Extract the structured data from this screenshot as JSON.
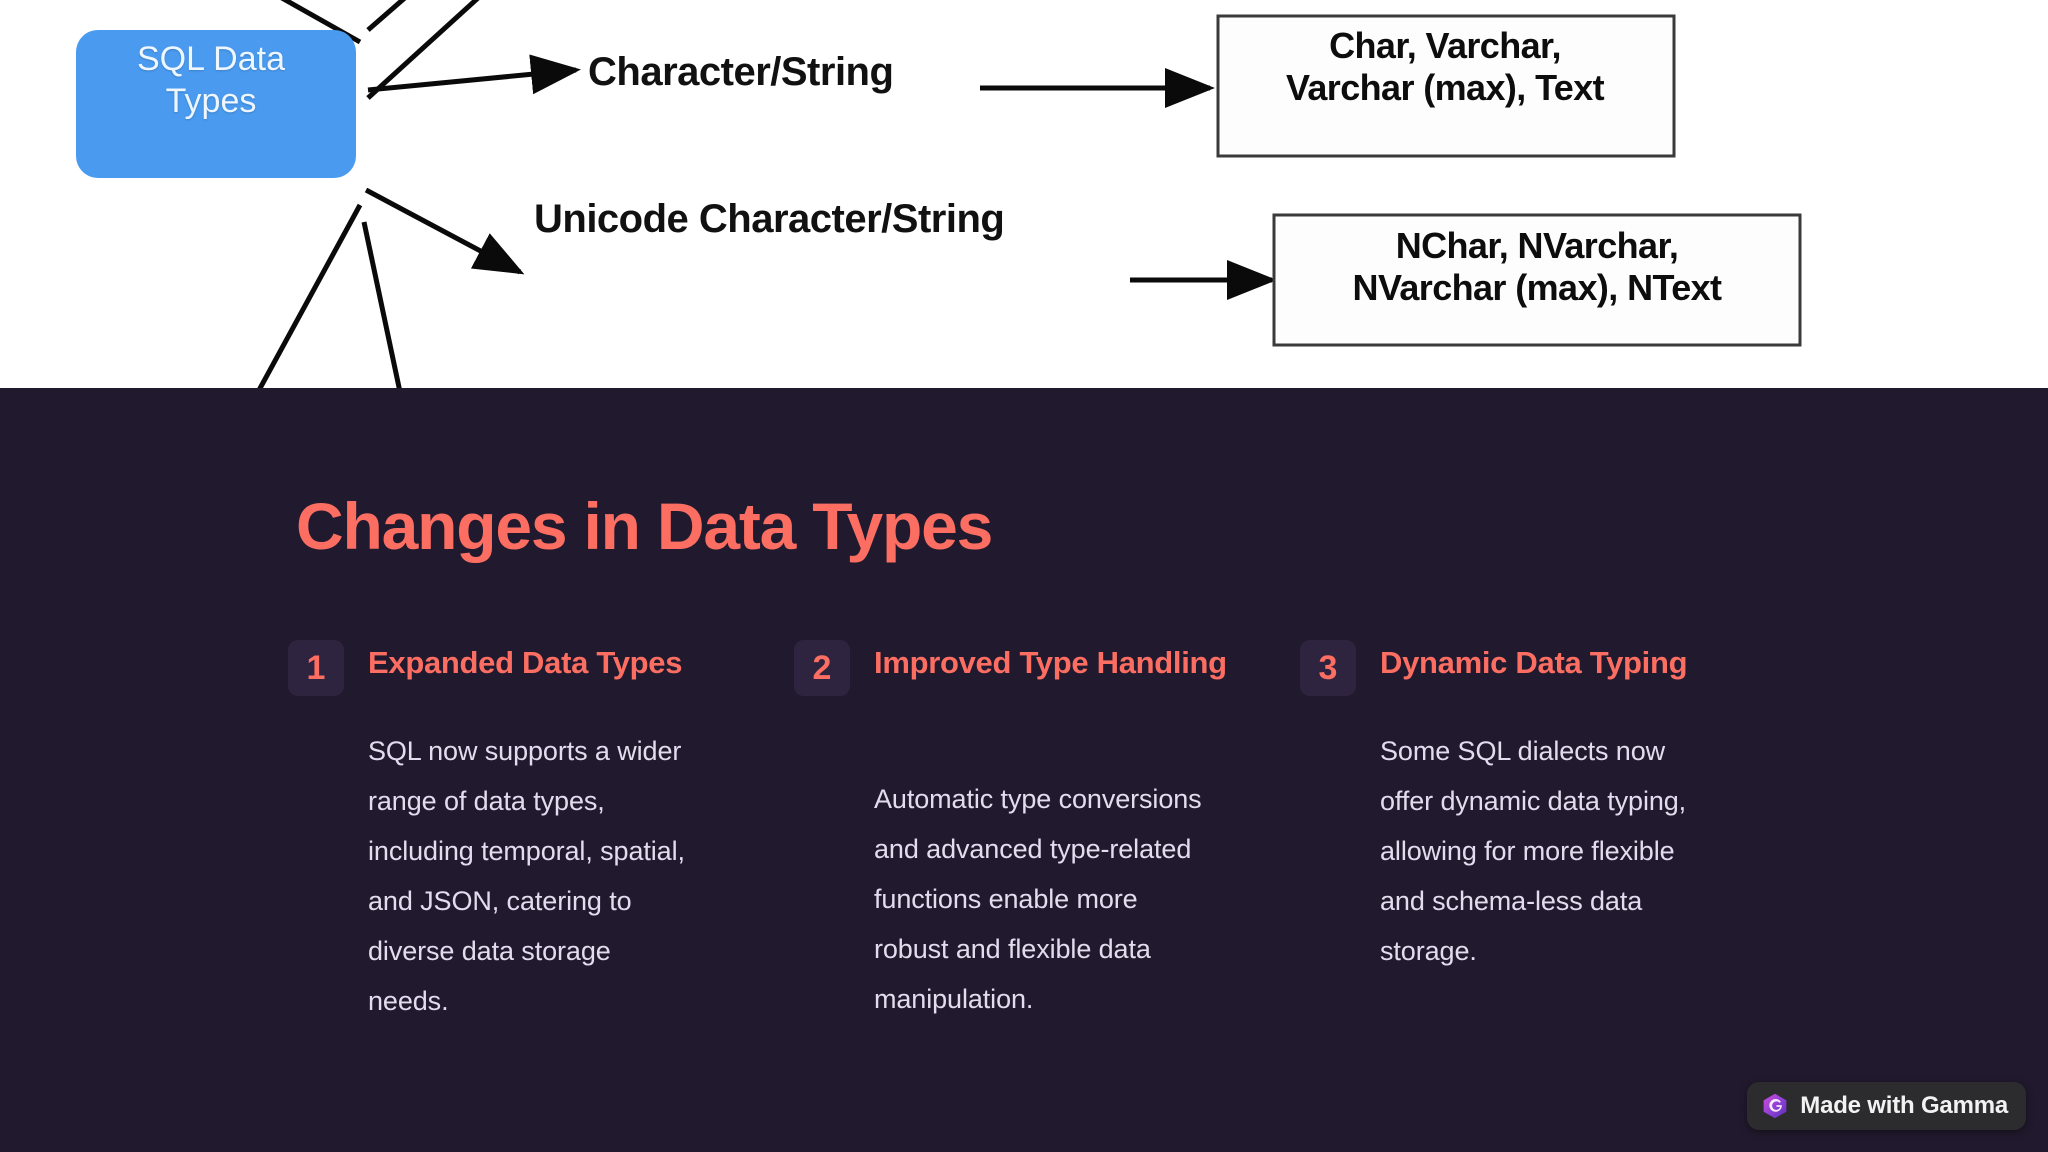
{
  "diagram": {
    "root_node": "SQL Data\nTypes",
    "root_node_line1": "SQL Data",
    "root_node_line2": "Types",
    "root_node_color": "#4a9bf0",
    "branches": [
      {
        "label": "Character/String",
        "target": "Char, Varchar,\nVarchar (max), Text"
      },
      {
        "label": "Unicode Character/String",
        "target": "NChar, NVarchar,\nNVarchar (max), NText"
      }
    ],
    "char_label": "Character/String",
    "unicode_label": "Unicode Character/String",
    "char_box_line1": "Char, Varchar,",
    "char_box_line2": "Varchar (max), Text",
    "nchar_box_line1": "NChar, NVarchar,",
    "nchar_box_line2": "NVarchar (max), NText"
  },
  "slide": {
    "title": "Changes in Data Types",
    "title_color": "#fc6d62",
    "background_color": "#211a2e",
    "body_text_color": "#e3dcee",
    "badge_bg_color": "#2f2440",
    "cards": [
      {
        "number": "1",
        "title": "Expanded Data Types",
        "body": "SQL now supports a wider range of data types, including temporal, spatial, and JSON, catering to diverse data storage needs."
      },
      {
        "number": "2",
        "title": "Improved Type Handling",
        "body": "Automatic type conversions and advanced type-related functions enable more robust and flexible data manipulation."
      },
      {
        "number": "3",
        "title": "Dynamic Data Typing",
        "body": "Some SQL dialects now offer dynamic data typing, allowing for more flexible and schema-less data storage."
      }
    ]
  },
  "gamma_badge": {
    "label": "Made with Gamma",
    "icon": "gamma-hexagon-logo"
  }
}
